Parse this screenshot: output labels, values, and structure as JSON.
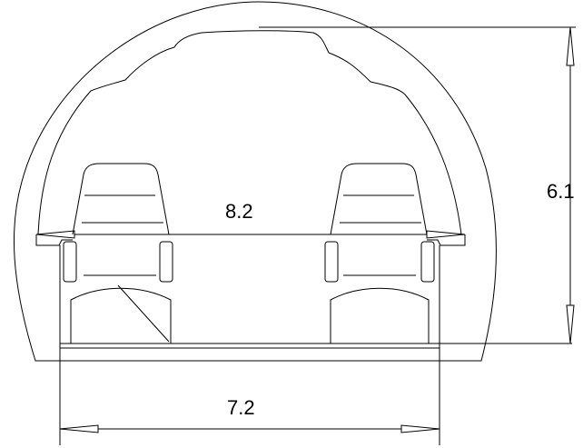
{
  "dimensions": {
    "width_label": "8.2",
    "height_label": "6.1",
    "base_label": "7.2"
  },
  "colors": {
    "line": "#000000",
    "background": "#ffffff"
  }
}
